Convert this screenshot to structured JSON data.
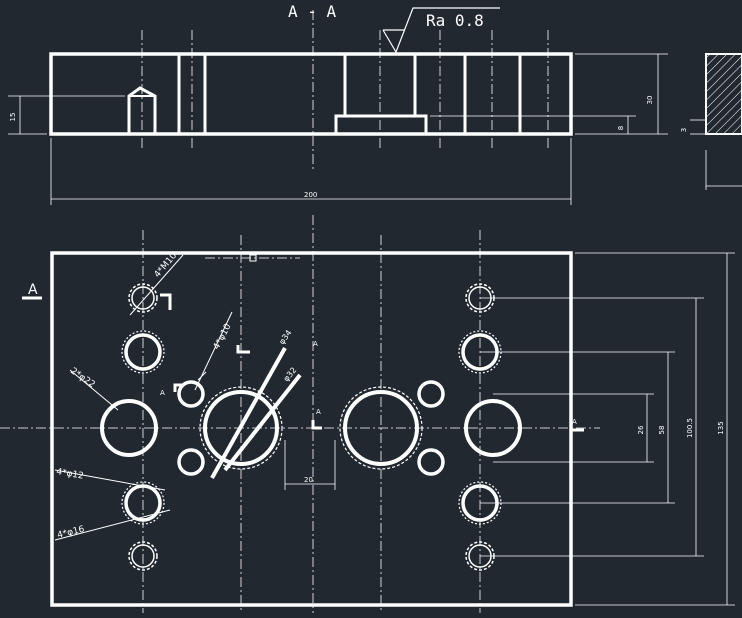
{
  "colors": {
    "background": "#212830",
    "line": "#ffffff"
  },
  "labels": {
    "section_title": "A - A",
    "roughness": "Ra 0.8",
    "dim_200": "200",
    "dim_30": "30",
    "dim_8": "8",
    "dim_15": "15",
    "dim_3": "3",
    "hole_4_m10": "4*M10",
    "hole_4_phi10": "4*φ10",
    "hole_2_phi22": "2*φ22",
    "hole_4_phi12": "4*φ12",
    "hole_4_phi16": "4*φ16",
    "phi_34": "φ34",
    "phi_32": "φ32",
    "dim_20": "20",
    "dim_26": "26",
    "dim_58": "58",
    "dim_100_5": "100.5",
    "dim_135": "135",
    "section_mark": "A",
    "section_mark_small": "A"
  }
}
